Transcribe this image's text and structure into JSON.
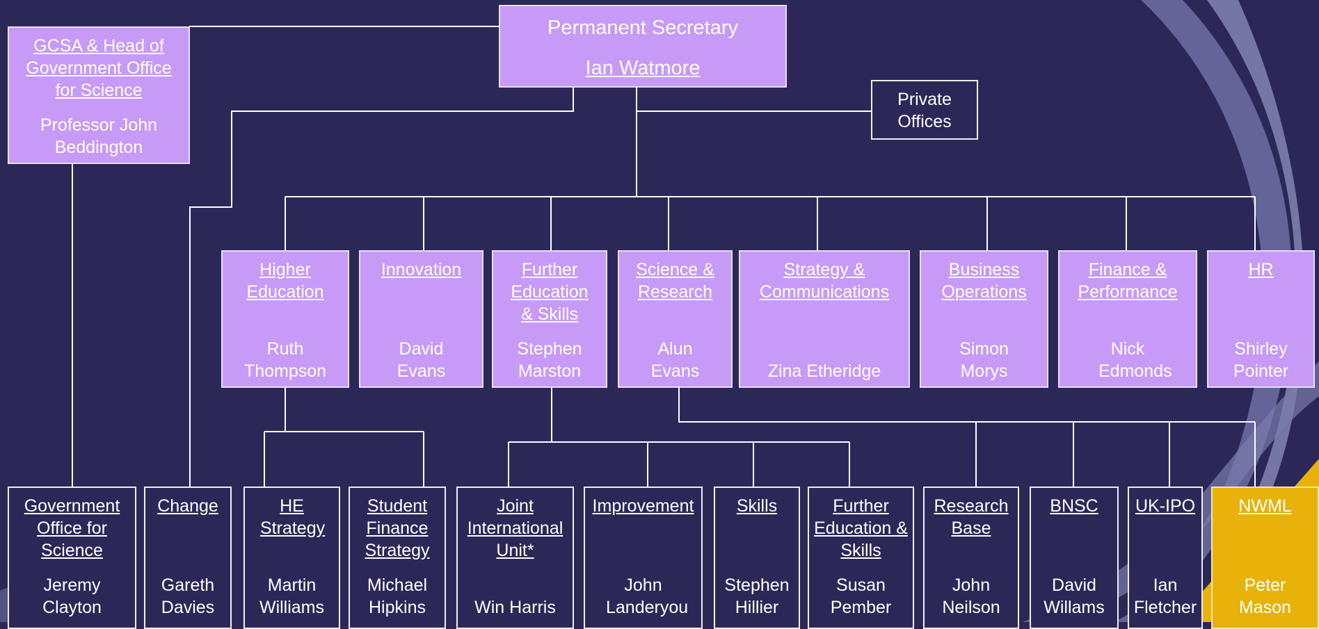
{
  "org": {
    "top": {
      "title": "Permanent Secretary",
      "name": "Ian Watmore"
    },
    "gcsa": {
      "title": "GCSA & Head of Government Office for Science",
      "name": "Professor John Beddington"
    },
    "private_offices": "Private Offices",
    "directors": [
      {
        "title": "Higher Education",
        "name": "Ruth Thompson"
      },
      {
        "title": "Innovation",
        "name": "David Evans"
      },
      {
        "title": "Further Education & Skills",
        "name": "Stephen Marston"
      },
      {
        "title": "Science & Research",
        "name": "Alun Evans"
      },
      {
        "title": "Strategy & Communications",
        "name": "Zina Etheridge"
      },
      {
        "title": "Business Operations",
        "name": "Simon Morys"
      },
      {
        "title": "Finance & Performance",
        "name": "Nick Edmonds"
      },
      {
        "title": "HR",
        "name": "Shirley Pointer"
      }
    ],
    "units": [
      {
        "title": "Government Office for Science",
        "name": "Jeremy Clayton"
      },
      {
        "title": "Change",
        "name": "Gareth Davies"
      },
      {
        "title": "HE Strategy",
        "name": "Martin Williams"
      },
      {
        "title": "Student Finance Strategy",
        "name": "Michael Hipkins"
      },
      {
        "title": "Joint International Unit*",
        "name": "Win Harris"
      },
      {
        "title": "Improvement",
        "name": "John Landeryou"
      },
      {
        "title": "Skills",
        "name": "Stephen Hillier"
      },
      {
        "title": "Further Education & Skills",
        "name": "Susan Pember"
      },
      {
        "title": "Research Base",
        "name": "John Neilson"
      },
      {
        "title": "BNSC",
        "name": "David Willams"
      },
      {
        "title": "UK-IPO",
        "name": "Ian Fletcher"
      },
      {
        "title": "NWML",
        "name": "Peter Mason"
      }
    ]
  },
  "colors": {
    "background": "#2b2858",
    "director_box": "#c89af7",
    "highlight_box": "#e7b30a",
    "connector": "#ffffff"
  }
}
